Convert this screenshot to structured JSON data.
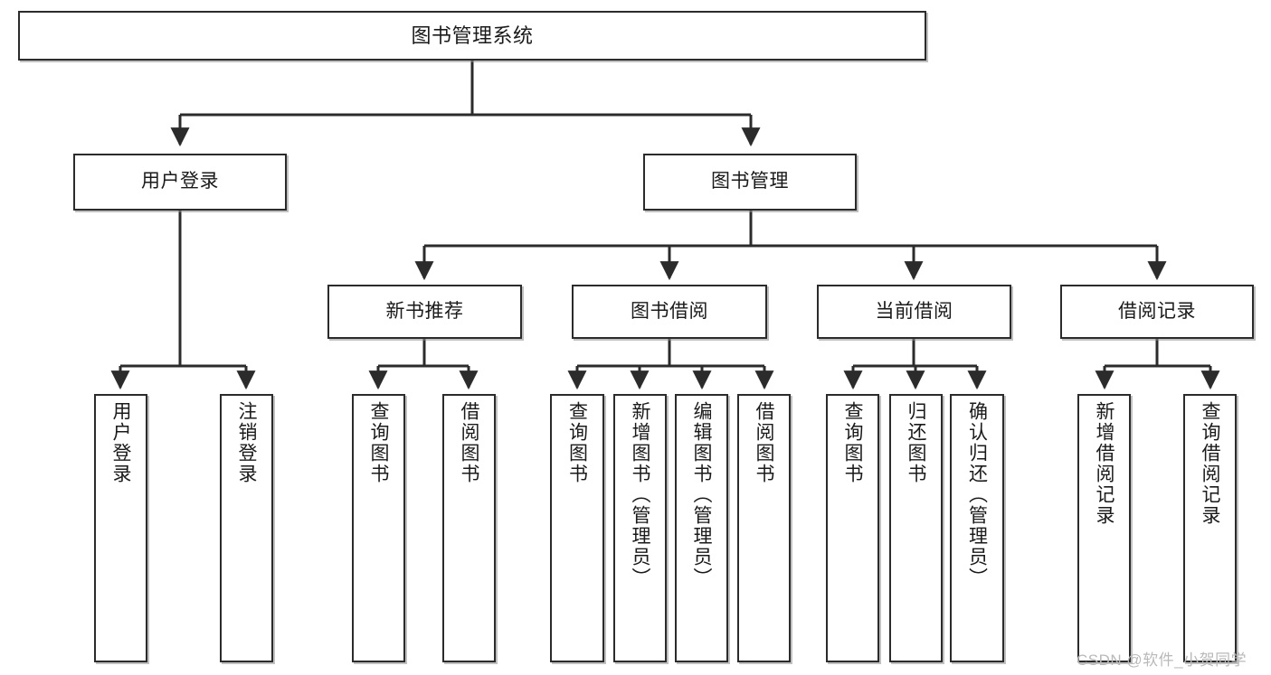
{
  "diagram": {
    "title": "图书管理系统",
    "type": "hierarchy-tree",
    "edge_color": "#2b2b2b",
    "node_border_color": "#2b2b2b",
    "node_fill_color": "#ffffff",
    "text_color": "#1a1a1a"
  },
  "root": {
    "label": "图书管理系统"
  },
  "level2": [
    {
      "label": "用户登录"
    },
    {
      "label": "图书管理"
    }
  ],
  "level3": [
    {
      "label": "新书推荐"
    },
    {
      "label": "图书借阅"
    },
    {
      "label": "当前借阅"
    },
    {
      "label": "借阅记录"
    }
  ],
  "leaves": {
    "user_login": [
      {
        "label": "用户登录"
      },
      {
        "label": "注销登录"
      }
    ],
    "new_book_recommend": [
      {
        "label": "查询图书"
      },
      {
        "label": "借阅图书"
      }
    ],
    "book_borrow": [
      {
        "label": "查询图书"
      },
      {
        "label": "新增图书（管理员）"
      },
      {
        "label": "编辑图书（管理员）"
      },
      {
        "label": "借阅图书"
      }
    ],
    "current_borrow": [
      {
        "label": "查询图书"
      },
      {
        "label": "归还图书"
      },
      {
        "label": "确认归还（管理员）"
      }
    ],
    "borrow_record": [
      {
        "label": "新增借阅记录"
      },
      {
        "label": "查询借阅记录"
      }
    ]
  },
  "watermark": {
    "text": "CSDN @软件_小贺同学"
  }
}
